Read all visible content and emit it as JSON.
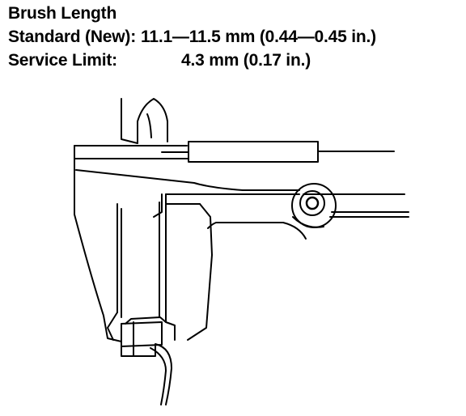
{
  "heading": "Brush Length",
  "standard": {
    "label": "Standard (New):",
    "value": "11.1—11.5 mm (0.44—0.45 in.)"
  },
  "service_limit": {
    "label": "Service Limit:",
    "value": "4.3 mm (0.17 in.)"
  },
  "illustration": {
    "subject": "caliper measuring brush",
    "icon": "vernier-caliper-icon"
  }
}
